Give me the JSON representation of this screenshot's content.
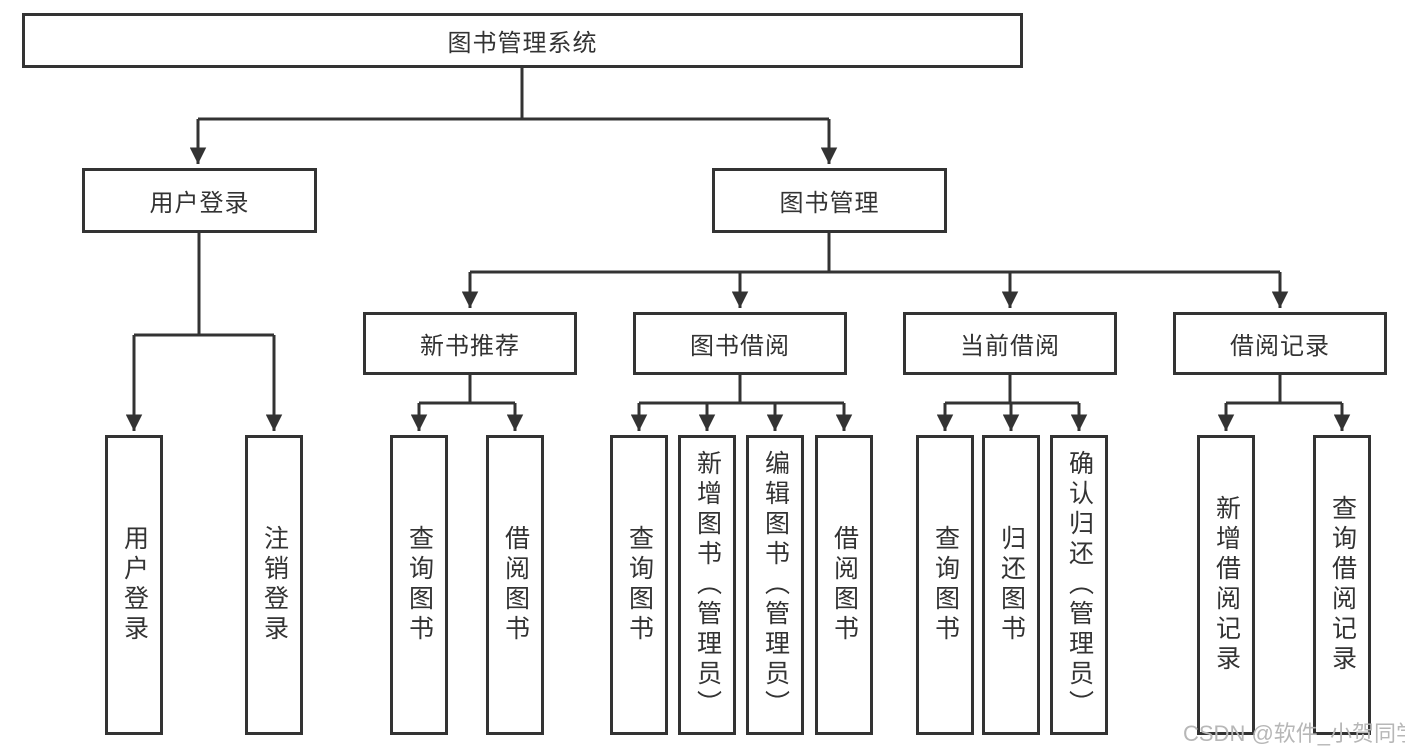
{
  "diagram": {
    "title": "图书管理系统",
    "root": {
      "label": "图书管理系统"
    },
    "level2": [
      {
        "label": "用户登录"
      },
      {
        "label": "图书管理"
      }
    ],
    "level3": [
      {
        "label": "新书推荐"
      },
      {
        "label": "图书借阅"
      },
      {
        "label": "当前借阅"
      },
      {
        "label": "借阅记录"
      }
    ],
    "leaves": [
      {
        "label": "用户登录",
        "parent": "用户登录"
      },
      {
        "label": "注销登录",
        "parent": "用户登录"
      },
      {
        "label": "查询图书",
        "parent": "新书推荐"
      },
      {
        "label": "借阅图书",
        "parent": "新书推荐"
      },
      {
        "label": "查询图书",
        "parent": "图书借阅"
      },
      {
        "label": "新增图书（管理员）",
        "parent": "图书借阅"
      },
      {
        "label": "编辑图书（管理员）",
        "parent": "图书借阅"
      },
      {
        "label": "借阅图书",
        "parent": "图书借阅"
      },
      {
        "label": "查询图书",
        "parent": "当前借阅"
      },
      {
        "label": "归还图书",
        "parent": "当前借阅"
      },
      {
        "label": "确认归还（管理员）",
        "parent": "当前借阅"
      },
      {
        "label": "新增借阅记录",
        "parent": "借阅记录"
      },
      {
        "label": "查询借阅记录",
        "parent": "借阅记录"
      }
    ],
    "colors": {
      "line": "#333333",
      "text": "#333333",
      "background": "#ffffff",
      "watermark_text": "#b7b7b7"
    }
  },
  "watermark": {
    "text": "CSDN @软件_小贺同学"
  }
}
